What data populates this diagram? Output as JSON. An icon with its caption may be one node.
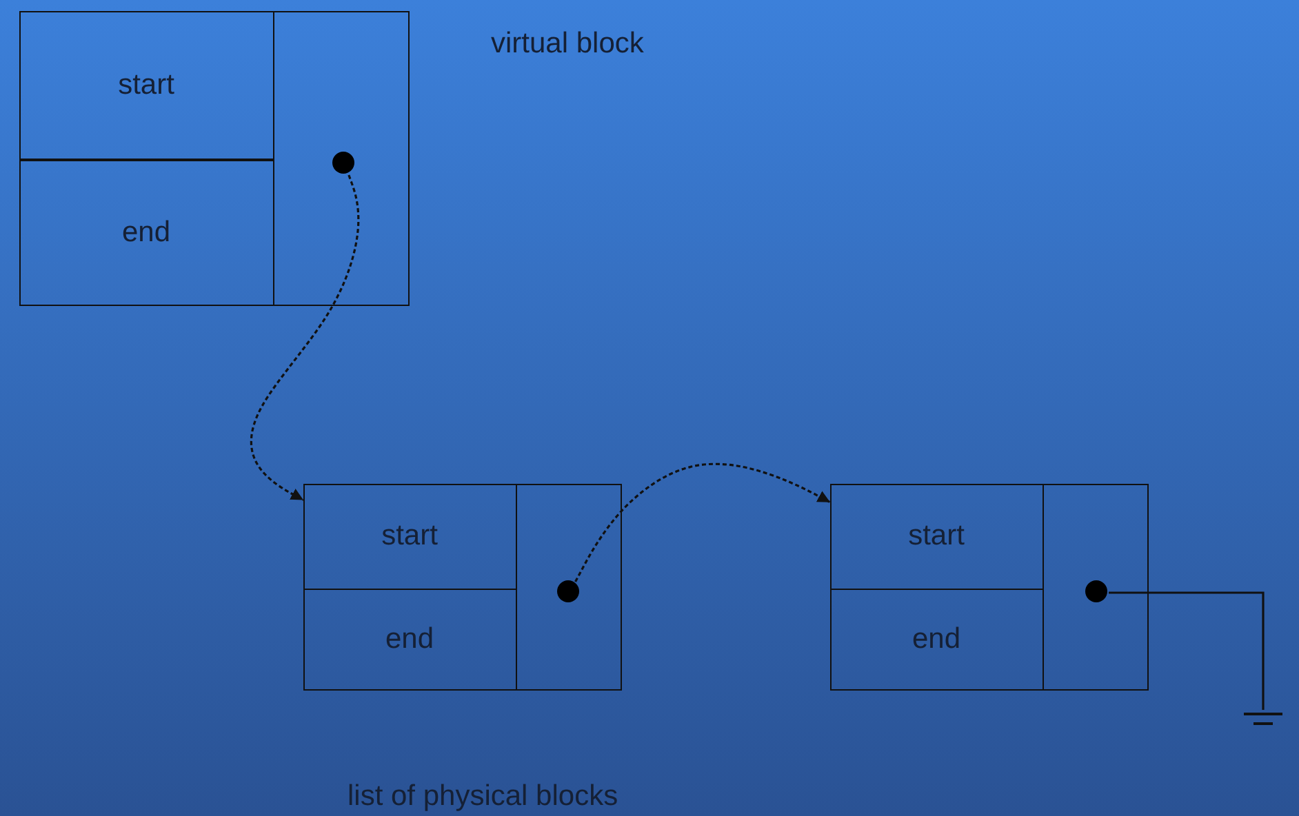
{
  "diagram": {
    "nodes": [
      {
        "text": [],
        "shape": "box"
      },
      {
        "text": [
          "start"
        ],
        "in": 0
      },
      {
        "text": [
          "end"
        ],
        "in": 0
      },
      {
        "text": [],
        "shape": "box",
        "in": 0
      },
      {
        "text": [],
        "shape": "circle",
        "in": 3
      },
      {
        "text": [],
        "shape": "box"
      },
      {
        "text": [
          "start"
        ],
        "in": 5
      },
      {
        "text": [
          "end"
        ],
        "in": 5
      },
      {
        "text": [],
        "shape": "box",
        "in": 5
      },
      {
        "text": [],
        "shape": "circle",
        "in": 8
      },
      {
        "text": [],
        "shape": "box"
      },
      {
        "text": [
          "start"
        ],
        "in": 10
      },
      {
        "text": [
          "end"
        ],
        "in": 10
      },
      {
        "text": [],
        "shape": "box",
        "in": 10
      },
      {
        "text": [],
        "shape": "circle",
        "in": 13
      },
      {
        "text": [],
        "shape": "ground"
      }
    ],
    "edges": [
      {
        "from": 4,
        "to": 5,
        "arrow": "to",
        "style": "dashed"
      },
      {
        "from": 9,
        "to": 10,
        "arrow": "to",
        "style": "dashed"
      },
      {
        "from": 14,
        "to": 15,
        "arrow": "none"
      }
    ],
    "labels": [
      "virtual block",
      "list of physical blocks"
    ]
  }
}
